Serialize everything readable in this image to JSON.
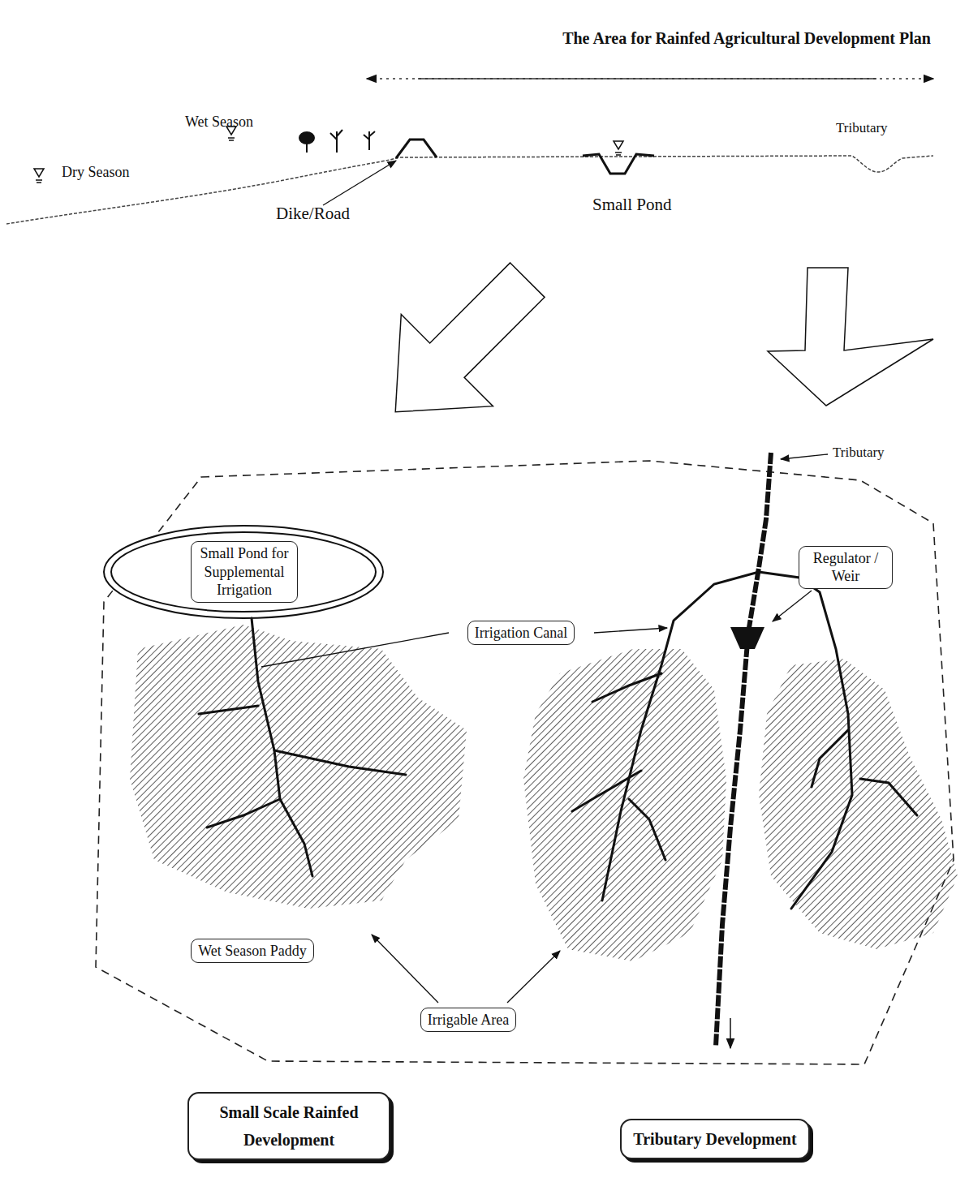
{
  "diagram": {
    "title": "The Area for Rainfed Agricultural Development Plan",
    "nodes": [
      {
        "text": [
          "Small Pond for Supplemental Irrigation"
        ]
      },
      {
        "text": [
          "Regulator / Weir"
        ]
      },
      {
        "text": [
          "Irrigation Canal"
        ]
      },
      {
        "text": [
          "Wet Season Paddy"
        ]
      },
      {
        "text": [
          "Irrigable Area"
        ]
      },
      {
        "text": [
          "Small Scale Rainfed Development"
        ]
      },
      {
        "text": [
          "Tributary Development"
        ]
      }
    ],
    "labels": [
      "Wet Season",
      "Dry Season",
      "Dike/Road",
      "Small Pond",
      "Tributary",
      "Tributary"
    ]
  }
}
